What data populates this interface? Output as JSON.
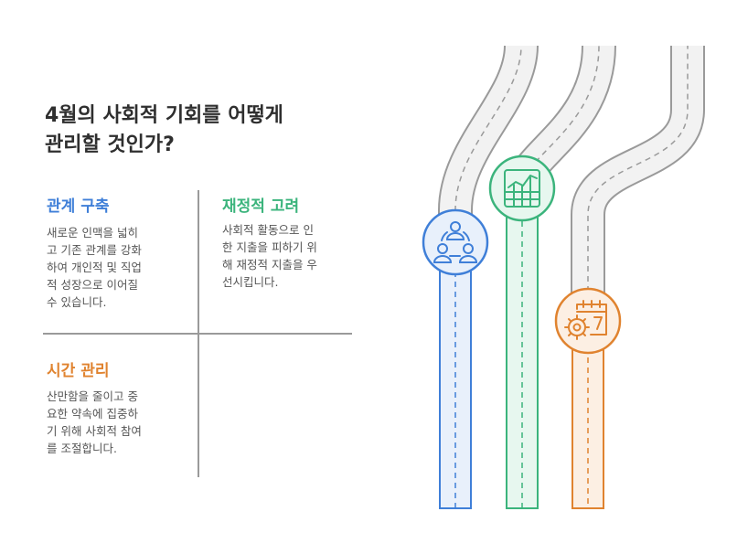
{
  "title": "4월의 사회적 기회를 어떻게\n관리할 것인가?",
  "sections": [
    {
      "heading": "관계 구축",
      "color": "#3f7fd8",
      "body": "새로운 인맥을 넓히\n고 기존 관계를 강화\n하여 개인적 및 직업\n적 성장으로 이어질\n수 있습니다."
    },
    {
      "heading": "재정적 고려",
      "color": "#3bb47c",
      "body": "사회적 활동으로 인\n한 지출을 피하기 위\n해 재정적 지출을 우\n선시킵니다."
    },
    {
      "heading": "시간 관리",
      "color": "#e0832f",
      "body": "산만함을 줄이고 중\n요한 약속에 집중하\n기 위해 사회적 참여\n를 조절합니다."
    }
  ],
  "icons": {
    "blue": "people-network-icon",
    "green": "spreadsheet-chart-icon",
    "orange": "calendar-gear-icon"
  },
  "colors": {
    "blue": "#3f7fd8",
    "blue_fill": "#e8f0fb",
    "green": "#3bb47c",
    "green_fill": "#e7f7ef",
    "orange": "#e0832f",
    "orange_fill": "#fcefe3",
    "road": "#f2f2f2",
    "road_edge": "#9a9a9a"
  }
}
